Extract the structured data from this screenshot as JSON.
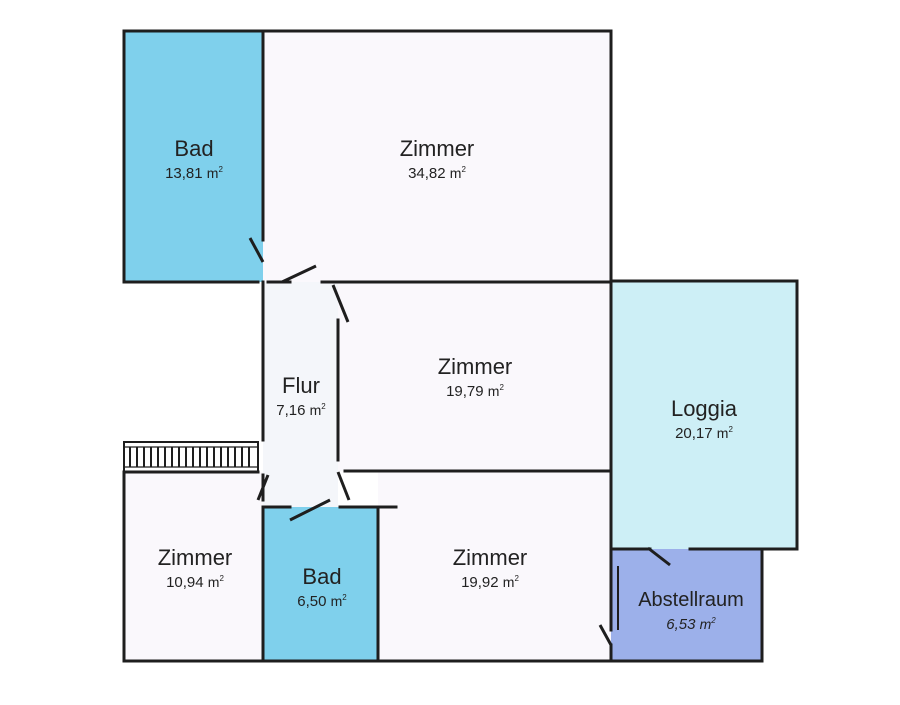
{
  "plan": {
    "unit": "m",
    "unit_sup": "2",
    "colors": {
      "wall": "#1e1e1e",
      "bath": "#7fd0ec",
      "room": "#faf8fc",
      "loggia": "#cdeff6",
      "storage": "#9cb0ea",
      "hallway": "#f4f6fa"
    },
    "rooms": [
      {
        "id": "bad-1",
        "name": "Bad",
        "area": "13,81"
      },
      {
        "id": "zimmer-1",
        "name": "Zimmer",
        "area": "34,82"
      },
      {
        "id": "flur",
        "name": "Flur",
        "area": "7,16"
      },
      {
        "id": "zimmer-2",
        "name": "Zimmer",
        "area": "19,79"
      },
      {
        "id": "loggia",
        "name": "Loggia",
        "area": "20,17"
      },
      {
        "id": "zimmer-3",
        "name": "Zimmer",
        "area": "10,94"
      },
      {
        "id": "bad-2",
        "name": "Bad",
        "area": "6,50"
      },
      {
        "id": "zimmer-4",
        "name": "Zimmer",
        "area": "19,92"
      },
      {
        "id": "abstellraum",
        "name": "Abstellraum",
        "area": "6,53"
      }
    ]
  }
}
